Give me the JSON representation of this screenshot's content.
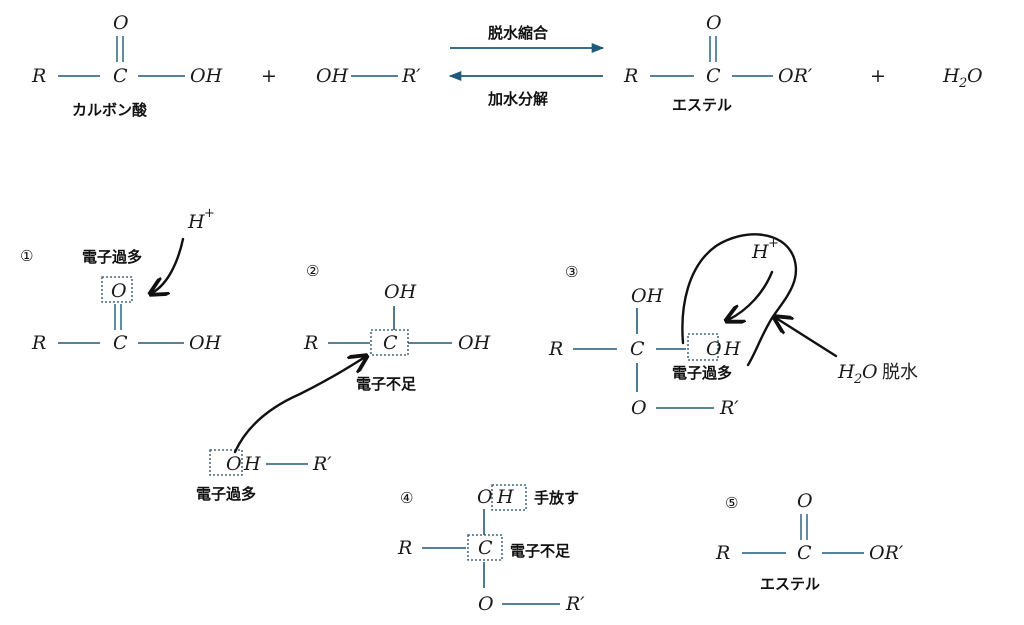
{
  "equation": {
    "R": "R",
    "C": "C",
    "O": "O",
    "OH": "OH",
    "plus": "+",
    "R_prime": "R′",
    "OR_prime": "OR′",
    "H2O_H": "H",
    "H2O_sub": "2",
    "H2O_O": "O",
    "carboxylic_acid_label": "カルボン酸",
    "forward_label": "脱水縮合",
    "reverse_label": "加水分解",
    "ester_label": "エステル"
  },
  "steps": {
    "s1": {
      "num": "①",
      "H": "H",
      "plus": "+",
      "electron_rich": "電子過多",
      "O": "O",
      "R": "R",
      "C": "C",
      "OH": "OH"
    },
    "s2": {
      "num": "②",
      "OH_top": "OH",
      "R": "R",
      "C": "C",
      "OH_right": "OH",
      "electron_poor": "電子不足",
      "alc_O": "O",
      "alc_H": "H",
      "alc_R": "R′",
      "electron_rich": "電子過多"
    },
    "s3": {
      "num": "③",
      "H": "H",
      "plus": "+",
      "OH_top": "OH",
      "R": "R",
      "C": "C",
      "O": "O",
      "H_right": "H",
      "electron_rich": "電子過多",
      "O_bottom": "O",
      "R_prime": "R′",
      "water_H": "H",
      "water_sub": "2",
      "water_O": "O",
      "dehydration": "脱水"
    },
    "s4": {
      "num": "④",
      "O": "O",
      "H": "H",
      "release": "手放す",
      "R": "R",
      "C": "C",
      "electron_poor": "電子不足",
      "O_bottom": "O",
      "R_prime": "R′"
    },
    "s5": {
      "num": "⑤",
      "O": "O",
      "R": "R",
      "C": "C",
      "OR_prime": "OR′",
      "ester_label": "エステル"
    }
  },
  "colors": {
    "bond": "#1f5a7a",
    "text": "#111111",
    "background": "#ffffff"
  }
}
